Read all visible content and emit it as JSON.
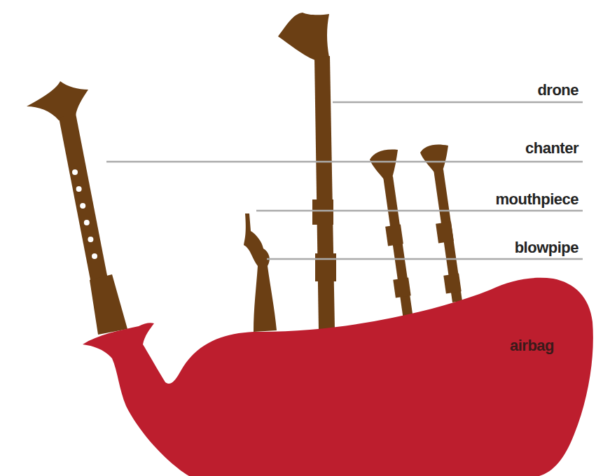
{
  "diagram": {
    "labels": [
      "drone",
      "chanter",
      "mouthpiece",
      "blowpipe",
      "airbag"
    ]
  }
}
